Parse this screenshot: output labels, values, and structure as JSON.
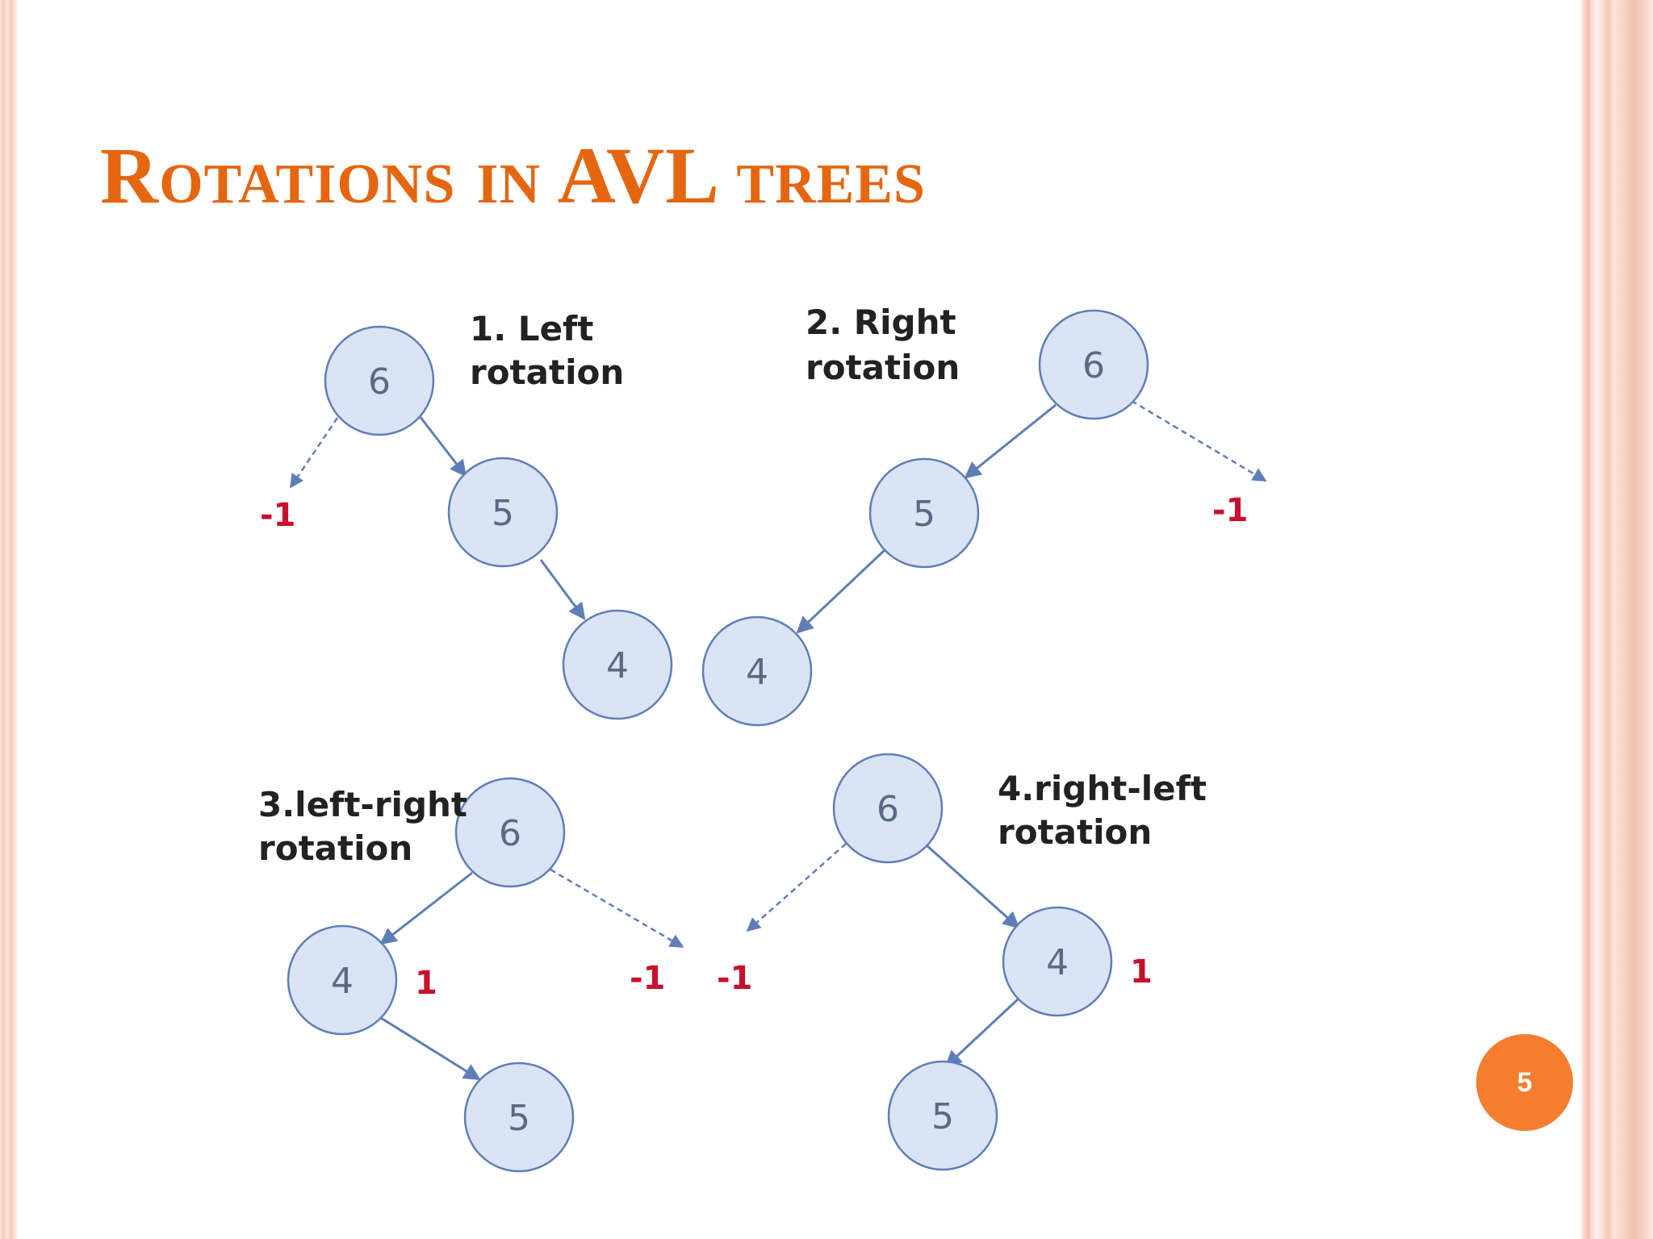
{
  "slide": {
    "title": "Rotations in AVL trees",
    "page_number": "5"
  },
  "diagrams": [
    {
      "label_lines": [
        "1.  Left",
        "rotation"
      ],
      "nodes": [
        "6",
        "5",
        "4"
      ],
      "balance_factors": [
        "-1"
      ]
    },
    {
      "label_lines": [
        "2. Right",
        "rotation"
      ],
      "nodes": [
        "6",
        "5",
        "4"
      ],
      "balance_factors": [
        "-1"
      ]
    },
    {
      "label_lines": [
        "3.left-right",
        "rotation"
      ],
      "nodes": [
        "6",
        "4",
        "5"
      ],
      "balance_factors": [
        "1",
        "-1"
      ]
    },
    {
      "label_lines": [
        "4.right-left",
        "rotation"
      ],
      "nodes": [
        "6",
        "4",
        "5"
      ],
      "balance_factors": [
        "-1",
        "1"
      ]
    }
  ],
  "colors": {
    "title": "#e5660f",
    "node_fill": "#dbe4f4",
    "node_stroke": "#5f7eb8",
    "balance_factor": "#c8102e",
    "page_badge": "#f57d2e"
  }
}
